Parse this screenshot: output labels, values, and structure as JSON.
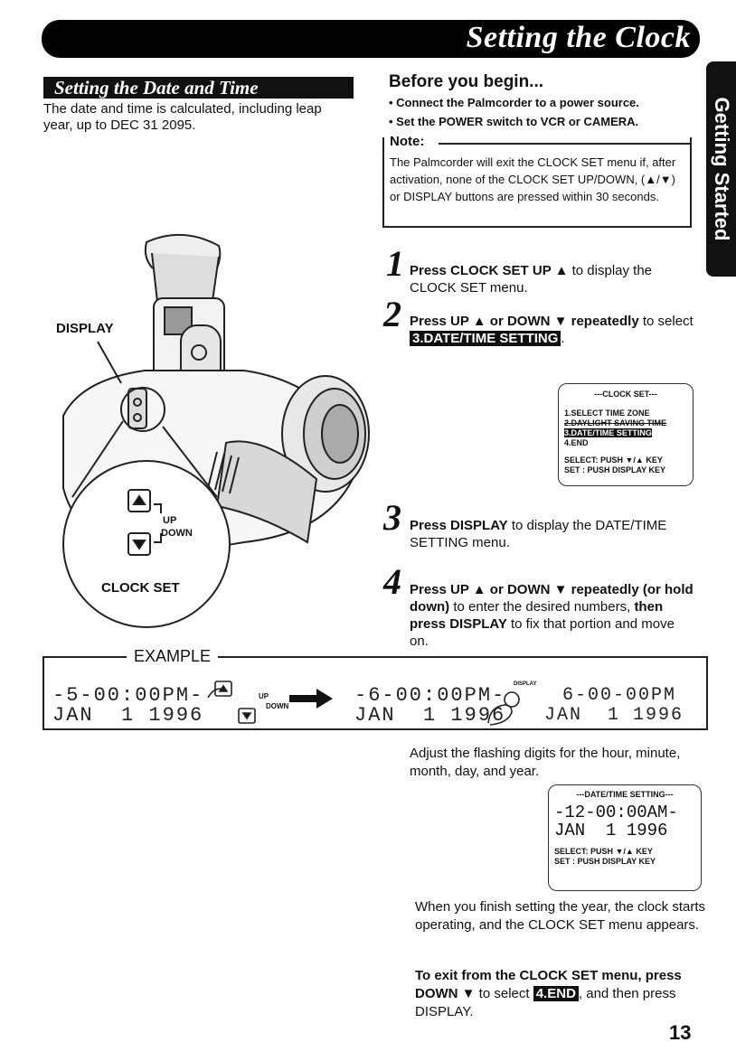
{
  "header": {
    "title": "Setting the Clock",
    "side_tab": "Getting Started"
  },
  "section": {
    "title": "Setting the Date and Time",
    "intro": "The date and time is calculated, including leap year, up to DEC 31 2095."
  },
  "before": {
    "title": "Before you begin...",
    "bullets": [
      "• Connect the Palmcorder to a power source.",
      "• Set the POWER switch to VCR or CAMERA."
    ]
  },
  "note": {
    "label": "Note:",
    "text": "The Palmcorder will exit the CLOCK SET menu if, after activation, none of the CLOCK SET UP/DOWN, (▲/▼) or DISPLAY buttons are pressed within 30 seconds."
  },
  "camera": {
    "display_label": "DISPLAY",
    "up_label": "UP",
    "down_label": "DOWN",
    "clock_set_label": "CLOCK SET"
  },
  "steps": {
    "s1_num": "1",
    "s1_bold": "Press CLOCK SET UP ▲",
    "s1_rest": " to display the CLOCK SET menu.",
    "s2_num": "2",
    "s2_bold": "Press UP ▲ or DOWN ▼ repeatedly",
    "s2_rest": " to select ",
    "s2_hl": "3.DATE/TIME SETTING",
    "s2_end": ".",
    "s3_num": "3",
    "s3_bold": "Press DISPLAY",
    "s3_rest": " to display the DATE/TIME SETTING menu.",
    "s4_num": "4",
    "s4_bold1": "Press UP ▲ or DOWN ▼ repeatedly (or hold down)",
    "s4_mid": " to enter the desired numbers, ",
    "s4_bold2": "then press DISPLAY",
    "s4_end": " to fix that portion and move on."
  },
  "clock_menu": {
    "title": "---CLOCK SET---",
    "items": [
      "1.SELECT TIME ZONE",
      "2.DAYLIGHT SAVING TIME",
      "3.DATE/TIME SETTING",
      "4.END"
    ],
    "select": "SELECT: PUSH ▼/▲ KEY",
    "set": "SET    : PUSH DISPLAY KEY"
  },
  "example": {
    "label": "EXAMPLE",
    "lcd1_time": "-5-00:00PM-",
    "lcd1_date": "JAN  1 1996",
    "lcd2_time": "-6-00:00PM-",
    "lcd2_date": "JAN  1 1996",
    "lcd3_time": "6-00-00PM",
    "lcd3_date": "JAN  1 1996",
    "up": "UP",
    "down": "DOWN",
    "display": "DISPLAY"
  },
  "adjust_text": "Adjust the flashing digits for the hour, minute, month, day, and year.",
  "datetime_menu": {
    "title": "---DATE/TIME SETTING---",
    "time": "-12-00:00AM-",
    "date": "JAN  1 1996",
    "select": "SELECT: PUSH ▼/▲ KEY",
    "set": "SET    : PUSH DISPLAY KEY"
  },
  "finish_text": "When you finish setting the year, the clock starts operating, and the CLOCK SET menu appears.",
  "exit": {
    "bold": "To exit from the CLOCK SET menu, press DOWN ▼",
    "mid": " to select ",
    "hl": "4.END",
    "end": ", and then press DISPLAY."
  },
  "page_number": "13"
}
